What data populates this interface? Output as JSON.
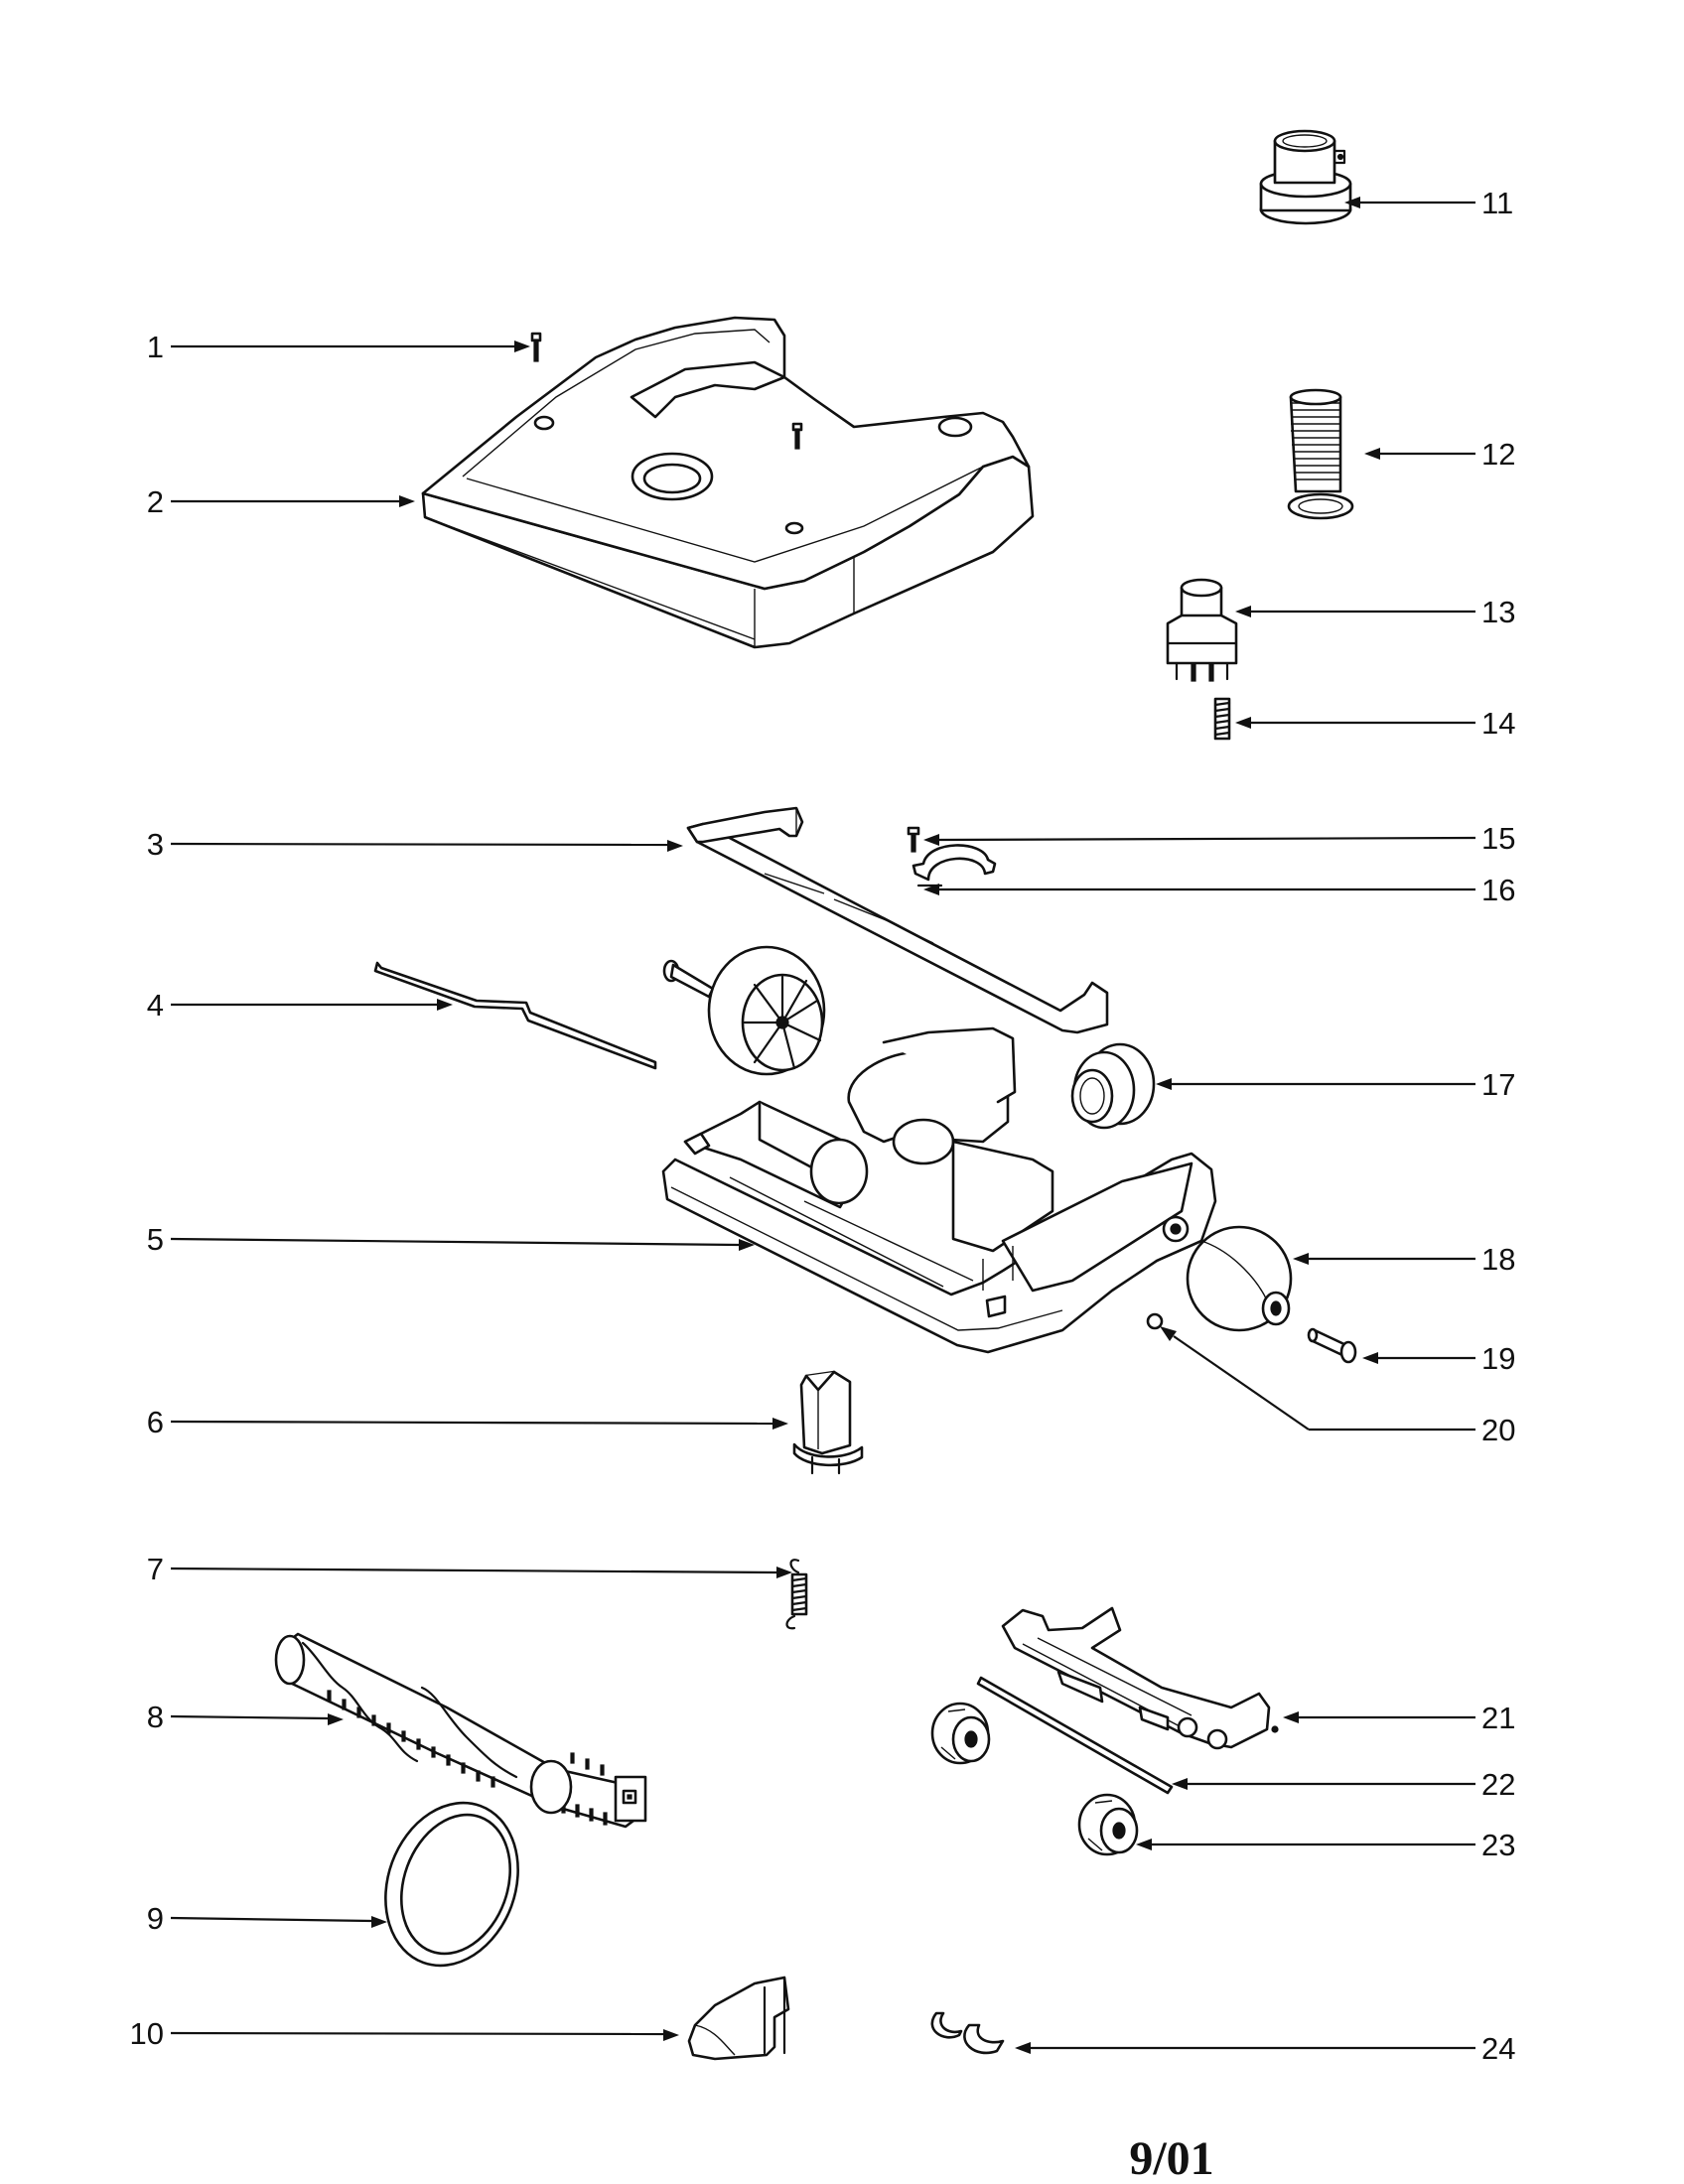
{
  "callouts": [
    {
      "number": "1",
      "part": "screw"
    },
    {
      "number": "2",
      "part": "hood-cover"
    },
    {
      "number": "3",
      "part": "bumper"
    },
    {
      "number": "4",
      "part": "wire-bracket"
    },
    {
      "number": "5",
      "part": "base-housing"
    },
    {
      "number": "6",
      "part": "pedal-release"
    },
    {
      "number": "7",
      "part": "spring"
    },
    {
      "number": "8",
      "part": "brushroll"
    },
    {
      "number": "9",
      "part": "belt"
    },
    {
      "number": "10",
      "part": "belt-guard"
    },
    {
      "number": "11",
      "part": "hose-coupling"
    },
    {
      "number": "12",
      "part": "flexible-hose"
    },
    {
      "number": "13",
      "part": "latch"
    },
    {
      "number": "14",
      "part": "latch-spring"
    },
    {
      "number": "15",
      "part": "small-screw"
    },
    {
      "number": "16",
      "part": "clip"
    },
    {
      "number": "17",
      "part": "hose-connector"
    },
    {
      "number": "18",
      "part": "rear-wheel"
    },
    {
      "number": "19",
      "part": "axle-bolt"
    },
    {
      "number": "20",
      "part": "washer"
    },
    {
      "number": "21",
      "part": "wheel-carriage"
    },
    {
      "number": "22",
      "part": "axle-rod"
    },
    {
      "number": "23",
      "part": "front-wheel"
    },
    {
      "number": "24",
      "part": "c-clips"
    }
  ],
  "footer": {
    "date": "9/01"
  },
  "colors": {
    "ink": "#111111",
    "paper": "#ffffff"
  }
}
